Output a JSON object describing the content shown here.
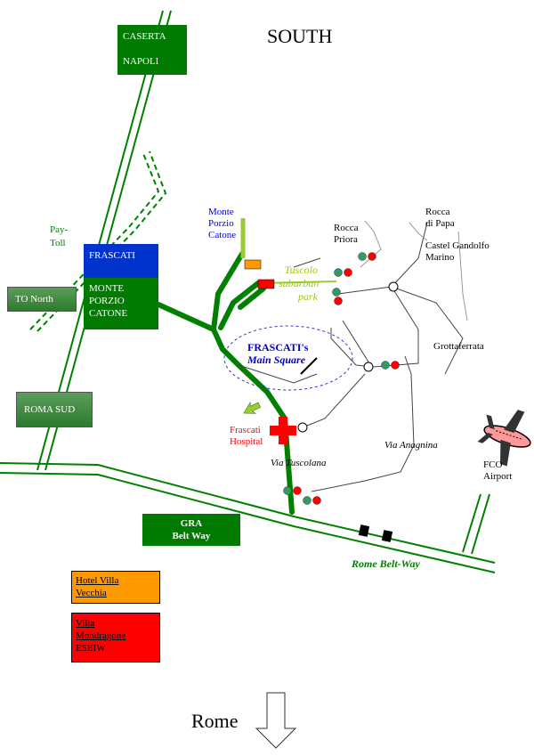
{
  "title": "SOUTH",
  "north_box": {
    "line1": "CASERTA",
    "line2": "NAPOLI"
  },
  "pay_toll": {
    "line1": "Pay-",
    "line2": "Toll"
  },
  "to_north": "TO North",
  "roma_sud": "ROMA SUD",
  "frascati_exit": "FRASCATI",
  "monte_porzio_exit": {
    "line1": "MONTE",
    "line2": "PORZIO",
    "line3": "CATONE"
  },
  "monte_porzio_town": {
    "line1": "Monte",
    "line2": "Porzio",
    "line3": "Catone"
  },
  "tuscolo": {
    "line1": "Tuscolo",
    "line2": "suburban",
    "line3": "park"
  },
  "rocca_priora": {
    "line1": "Rocca",
    "line2": "Priora"
  },
  "rocca_di_papa": {
    "line1": "Rocca",
    "line2": "di Papa"
  },
  "castel_gandolfo": {
    "line1": "Castel Gandolfo",
    "line2": "Marino"
  },
  "grottaferrata": "Grottaferrata",
  "main_square": {
    "line1": "FRASCATI's",
    "line2": "Main Square"
  },
  "hospital": {
    "line1": "Frascati",
    "line2": "Hospital"
  },
  "via_anagnina": "Via Anagnina",
  "via_tuscolana": "Via Tuscolana",
  "airport": {
    "line1": "FCO",
    "line2": "Airport"
  },
  "gra": {
    "line1": "GRA",
    "line2": "Belt Way"
  },
  "rome_belt_way": "Rome Belt-Way",
  "legend": {
    "hotel": {
      "line1": "Hotel Villa",
      "line2": "Vecchia",
      "color": "#ff9900"
    },
    "villa": {
      "line1": "Villa",
      "line2": "Mondragone",
      "line3": "ESEIW",
      "color": "#ff0000"
    }
  },
  "rome": "Rome",
  "colors": {
    "motorway": "#008000",
    "box_green": "#007a00",
    "box_blue": "#0033cc"
  }
}
